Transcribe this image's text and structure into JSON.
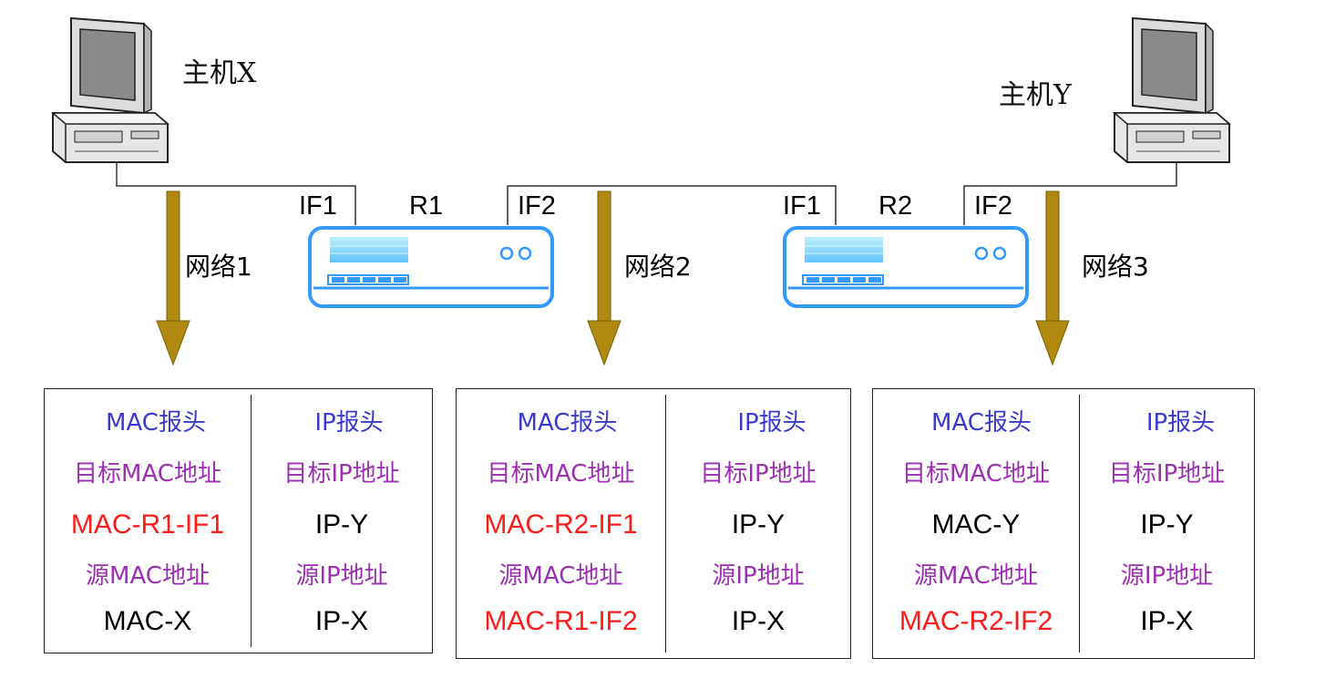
{
  "hosts": {
    "x_label": "主机X",
    "y_label": "主机Y"
  },
  "routers": [
    {
      "name": "R1",
      "if1": "IF1",
      "if2": "IF2"
    },
    {
      "name": "R2",
      "if1": "IF1",
      "if2": "IF2"
    }
  ],
  "networks": [
    "网络1",
    "网络2",
    "网络3"
  ],
  "colors": {
    "header": "#3a3ad0",
    "field": "#9b30b0",
    "highlight": "#ff1a1a",
    "normal": "#000000",
    "arrow": "#b08a10",
    "router": "#3399ff"
  },
  "frames": [
    {
      "mac_header": "MAC报头",
      "ip_header": "IP报头",
      "dst_mac_label": "目标MAC地址",
      "dst_mac": "MAC-R1-IF1",
      "src_mac_label": "源MAC地址",
      "src_mac": "MAC-X",
      "dst_ip_label": "目标IP地址",
      "dst_ip": "IP-Y",
      "src_ip_label": "源IP地址",
      "src_ip": "IP-X"
    },
    {
      "mac_header": "MAC报头",
      "ip_header": "IP报头",
      "dst_mac_label": "目标MAC地址",
      "dst_mac": "MAC-R2-IF1",
      "src_mac_label": "源MAC地址",
      "src_mac": "MAC-R1-IF2",
      "dst_ip_label": "目标IP地址",
      "dst_ip": "IP-Y",
      "src_ip_label": "源IP地址",
      "src_ip": "IP-X"
    },
    {
      "mac_header": "MAC报头",
      "ip_header": "IP报头",
      "dst_mac_label": "目标MAC地址",
      "dst_mac": "MAC-Y",
      "src_mac_label": "源MAC地址",
      "src_mac": "MAC-R2-IF2",
      "dst_ip_label": "目标IP地址",
      "dst_ip": "IP-Y",
      "src_ip_label": "源IP地址",
      "src_ip": "IP-X"
    }
  ]
}
